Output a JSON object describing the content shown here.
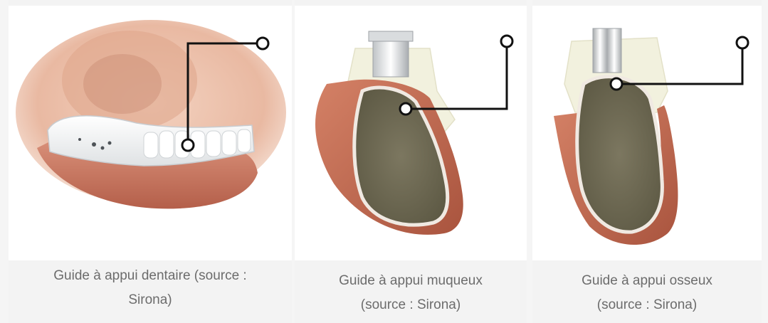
{
  "figure": {
    "panels": [
      {
        "caption_line1": "Guide à appui dentaire (source :",
        "caption_line2": "Sirona)"
      },
      {
        "caption_line1": "Guide à appui muqueux",
        "caption_line2": "(source : Sirona)"
      },
      {
        "caption_line1": "Guide à appui osseux",
        "caption_line2": "(source : Sirona)"
      }
    ]
  },
  "colors": {
    "background": "#f5f5f5",
    "caption_text": "#6c6c6c",
    "callout_line": "#111111",
    "gum": "#c9735a",
    "bone": "#6f6a52",
    "guide_resin": "#f1f0de"
  }
}
